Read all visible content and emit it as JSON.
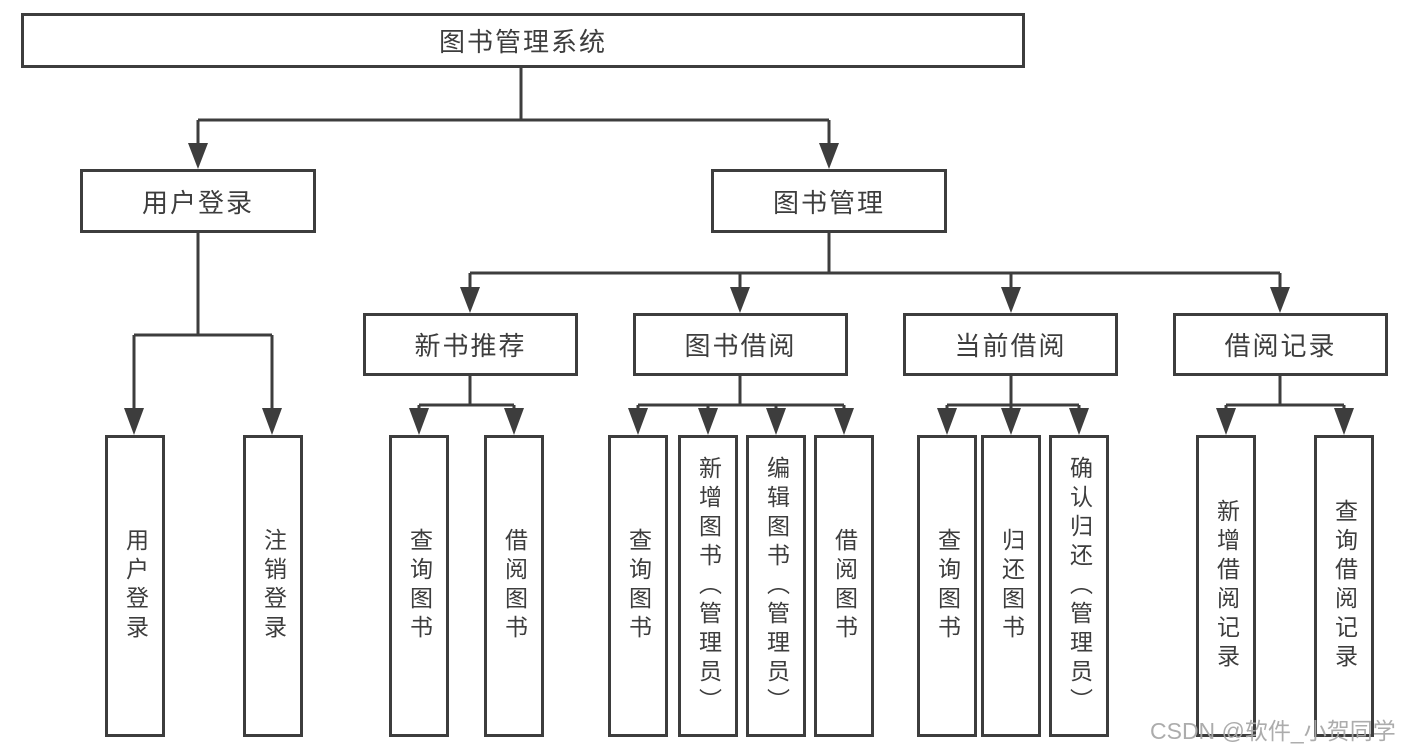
{
  "tree": {
    "root": {
      "label": "图书管理系统"
    },
    "children": [
      {
        "label": "用户登录",
        "children": [
          {
            "label": "用户登录"
          },
          {
            "label": "注销登录"
          }
        ]
      },
      {
        "label": "图书管理",
        "children": [
          {
            "label": "新书推荐",
            "children": [
              {
                "label": "查询图书"
              },
              {
                "label": "借阅图书"
              }
            ]
          },
          {
            "label": "图书借阅",
            "children": [
              {
                "label": "查询图书"
              },
              {
                "label": "新增图书（管理员）"
              },
              {
                "label": "编辑图书（管理员）"
              },
              {
                "label": "借阅图书"
              }
            ]
          },
          {
            "label": "当前借阅",
            "children": [
              {
                "label": "查询图书"
              },
              {
                "label": "归还图书"
              },
              {
                "label": "确认归还（管理员）"
              }
            ]
          },
          {
            "label": "借阅记录",
            "children": [
              {
                "label": "新增借阅记录"
              },
              {
                "label": "查询借阅记录"
              }
            ]
          }
        ]
      }
    ]
  },
  "watermark": {
    "text": "CSDN @软件_小贺同学"
  },
  "colors": {
    "line": "#3d3d3d",
    "box_border": "#3d3d3d",
    "box_background": "#ffffff",
    "text": "#3d3d3d",
    "watermark": "#a8a8a8",
    "background": "#ffffff"
  }
}
